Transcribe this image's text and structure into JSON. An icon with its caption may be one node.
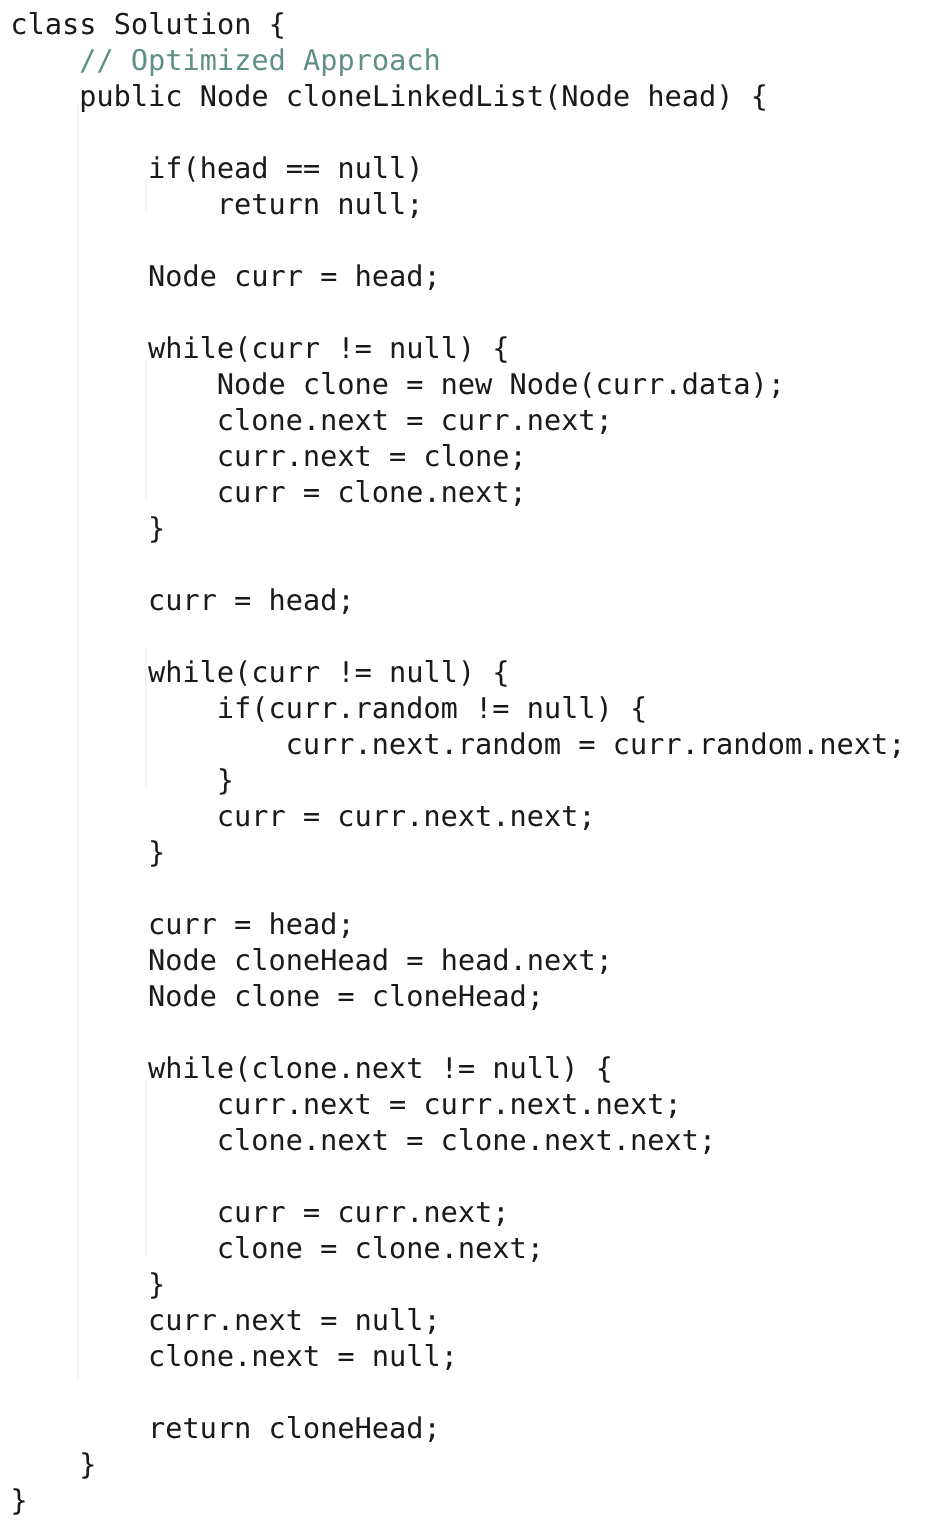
{
  "diagram": {
    "labels": [
      "class Solution {",
      "// Optimized Approach",
      "public Node cloneLinkedList(Node head) {",
      "if(head == null)",
      "return null;",
      "Node curr = head;",
      "while(curr != null) {",
      "Node clone = new Node(curr.data);",
      "clone.next = curr.next;",
      "curr.next = clone;",
      "curr = clone.next;",
      "}",
      "curr = head;",
      "while(curr != null) {",
      "if(curr.random != null) {",
      "curr.next.random = curr.random.next;",
      "}",
      "curr = curr.next.next;",
      "}",
      "curr = head;",
      "Node cloneHead = head.next;",
      "Node clone = cloneHead;",
      "while(clone.next != null) {",
      "curr.next = curr.next.next;",
      "clone.next = clone.next.next;",
      "curr = curr.next;",
      "clone = clone.next;",
      "}",
      "curr.next = null;",
      "clone.next = null;",
      "return cloneHead;",
      "}",
      "}"
    ]
  }
}
